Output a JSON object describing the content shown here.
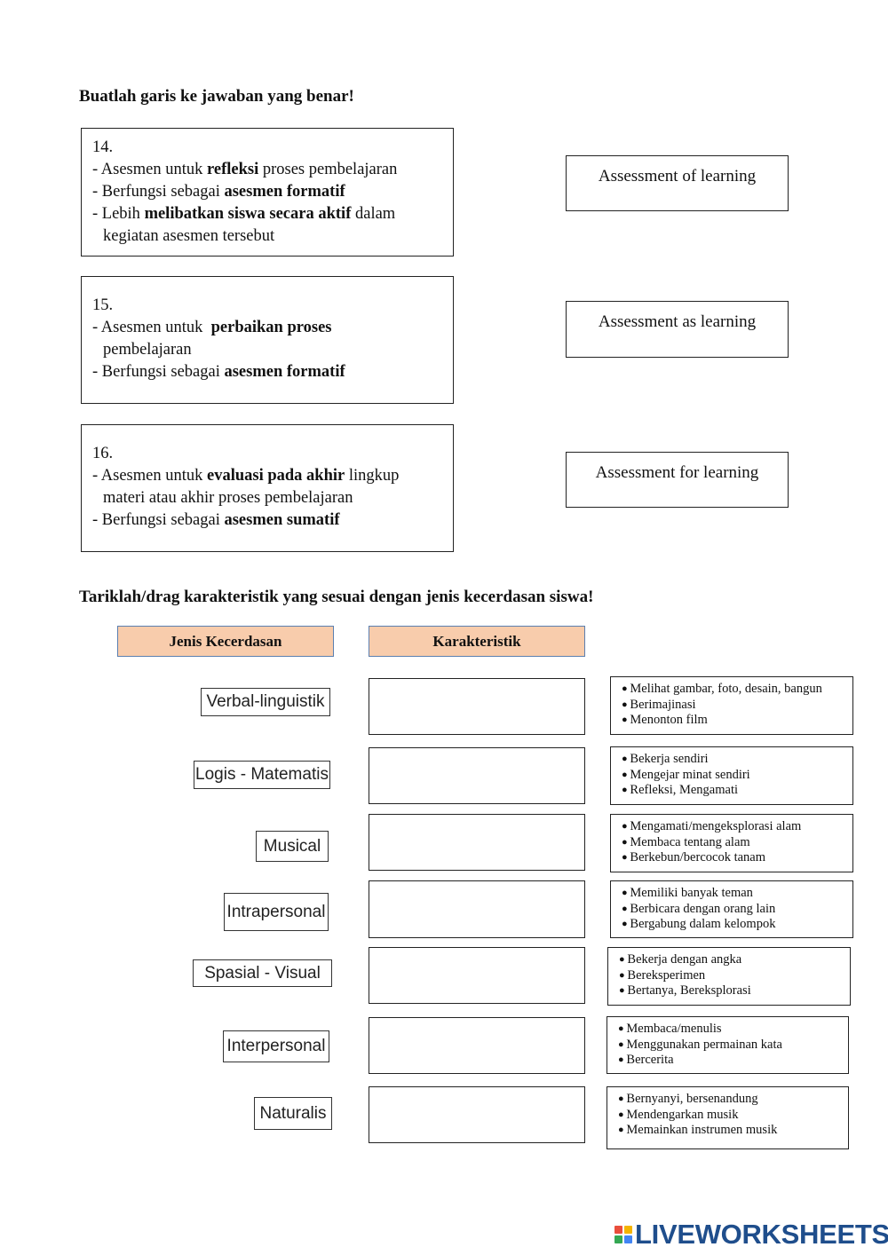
{
  "section1": {
    "heading": "Buatlah garis ke jawaban yang benar!",
    "questions": [
      {
        "number": "14.",
        "lines": [
          {
            "indent": false,
            "parts": [
              {
                "t": "- Asesmen untuk ",
                "b": false
              },
              {
                "t": "refleksi",
                "b": true
              },
              {
                "t": " proses pembelajaran",
                "b": false
              }
            ]
          },
          {
            "indent": false,
            "parts": [
              {
                "t": "- Berfungsi sebagai ",
                "b": false
              },
              {
                "t": "asesmen formatif",
                "b": true
              }
            ]
          },
          {
            "indent": false,
            "parts": [
              {
                "t": "- Lebih ",
                "b": false
              },
              {
                "t": "melibatkan siswa secara aktif",
                "b": true
              },
              {
                "t": " dalam",
                "b": false
              }
            ]
          },
          {
            "indent": true,
            "parts": [
              {
                "t": "kegiatan asesmen tersebut",
                "b": false
              }
            ]
          }
        ]
      },
      {
        "number": "15.",
        "lines": [
          {
            "indent": false,
            "parts": [
              {
                "t": "- Asesmen untuk  ",
                "b": false
              },
              {
                "t": "perbaikan proses",
                "b": true
              }
            ]
          },
          {
            "indent": true,
            "parts": [
              {
                "t": "pembelajaran",
                "b": false
              }
            ]
          },
          {
            "indent": false,
            "parts": [
              {
                "t": "- Berfungsi sebagai ",
                "b": false
              },
              {
                "t": "asesmen formatif",
                "b": true
              }
            ]
          }
        ]
      },
      {
        "number": "16.",
        "lines": [
          {
            "indent": false,
            "parts": [
              {
                "t": "- Asesmen untuk ",
                "b": false
              },
              {
                "t": "evaluasi pada akhir",
                "b": true
              },
              {
                "t": " lingkup",
                "b": false
              }
            ]
          },
          {
            "indent": true,
            "parts": [
              {
                "t": "materi atau akhir proses pembelajaran",
                "b": false
              }
            ]
          },
          {
            "indent": false,
            "parts": [
              {
                "t": "- Berfungsi sebagai ",
                "b": false
              },
              {
                "t": "asesmen sumatif",
                "b": true
              }
            ]
          }
        ]
      }
    ],
    "answers": [
      "Assessment of learning",
      "Assessment as learning",
      "Assessment for learning"
    ]
  },
  "section2": {
    "heading": "Tariklah/drag karakteristik yang sesuai dengan jenis kecerdasan siswa!",
    "col_jenis": "Jenis Kecerdasan",
    "col_karakteristik": "Karakteristik",
    "intelligences": [
      "Verbal-linguistik",
      "Logis - Matematis",
      "Musical",
      "Intrapersonal",
      "Spasial - Visual",
      "Interpersonal",
      "Naturalis"
    ],
    "cards": [
      [
        "Melihat gambar, foto, desain, bangun",
        "Berimajinasi",
        "Menonton film"
      ],
      [
        "Bekerja sendiri",
        "Mengejar minat sendiri",
        "Refleksi, Mengamati"
      ],
      [
        "Mengamati/mengeksplorasi alam",
        "Membaca tentang alam",
        "Berkebun/bercocok tanam"
      ],
      [
        "Memiliki banyak teman",
        "Berbicara dengan orang lain",
        "Bergabung dalam kelompok"
      ],
      [
        "Bekerja dengan angka",
        "Bereksperimen",
        "Bertanya, Bereksplorasi"
      ],
      [
        "Membaca/menulis",
        "Menggunakan permainan kata",
        "Bercerita"
      ],
      [
        "Bernyanyi, bersenandung",
        "Mendengarkan musik",
        "Memainkan instrumen musik"
      ]
    ]
  },
  "brand": {
    "name": "LIVEWORKSHEETS",
    "logo_colors": [
      "#e94e3c",
      "#f4b400",
      "#34a853",
      "#4285f4"
    ]
  }
}
